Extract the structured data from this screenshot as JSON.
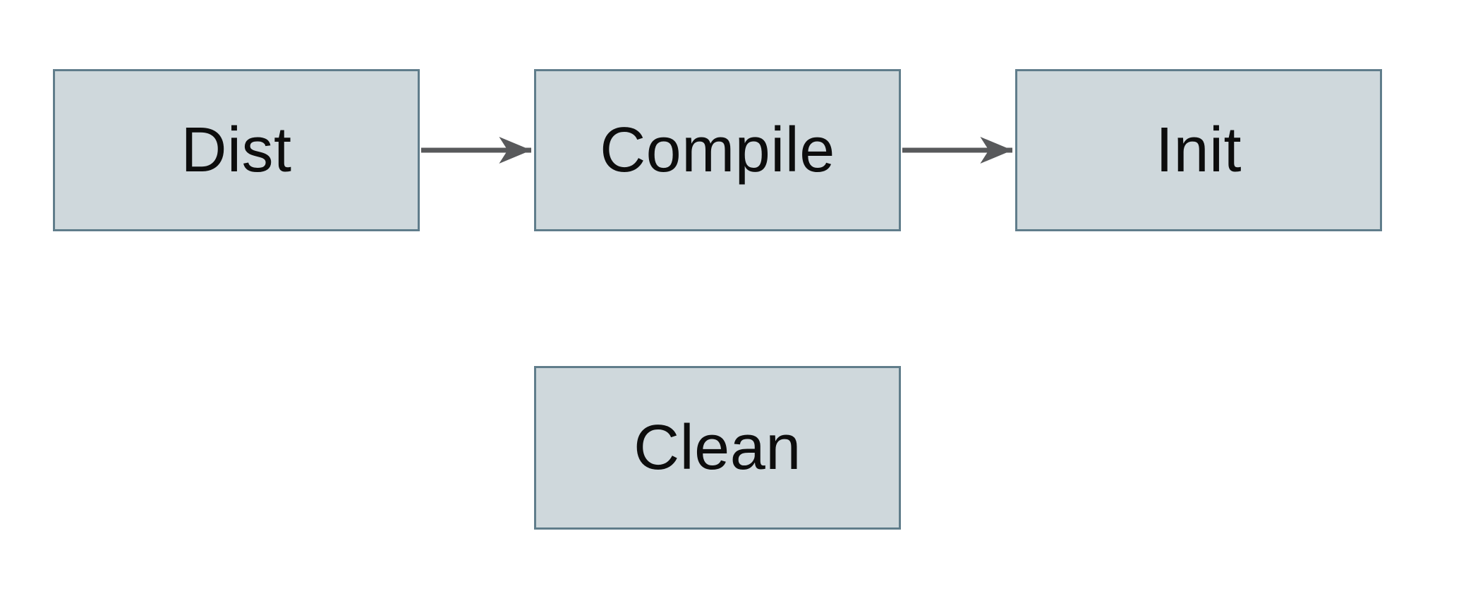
{
  "diagram": {
    "nodes": [
      {
        "id": "dist",
        "label": "Dist"
      },
      {
        "id": "compile",
        "label": "Compile"
      },
      {
        "id": "init",
        "label": "Init"
      },
      {
        "id": "clean",
        "label": "Clean"
      }
    ],
    "edges": [
      {
        "from": "dist",
        "to": "compile",
        "direction": "right"
      },
      {
        "from": "compile",
        "to": "init",
        "direction": "right"
      }
    ],
    "colors": {
      "background": "#ffffff",
      "node_fill": "#cfd8dc",
      "node_border": "#607d8b",
      "arrow": "#58595b",
      "text": "#0d0d0d"
    }
  }
}
